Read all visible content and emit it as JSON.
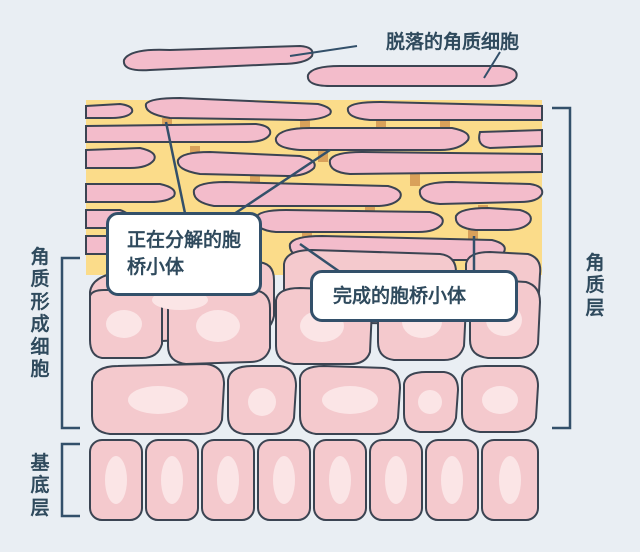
{
  "labels": {
    "shedding_corneocytes": "脱落的角质细胞",
    "stratum_corneum": "角质层",
    "keratinocytes": "角质形成细胞",
    "basal_layer": "基底层",
    "degrading_desmosome": "正在分解的胞桥小体",
    "complete_desmosome": "完成的胞桥小体"
  },
  "colors": {
    "background": "#e9eef3",
    "corneocyte_fill": "#f3bccb",
    "corneocyte_stroke": "#3b4452",
    "lipid_matrix": "#fbdc8a",
    "desmosome": "#d9a15a",
    "cell_fill": "#f4c9cd",
    "nucleus_fill": "#fbe5e6",
    "bracket": "#33506a",
    "text": "#2f4a5d"
  }
}
